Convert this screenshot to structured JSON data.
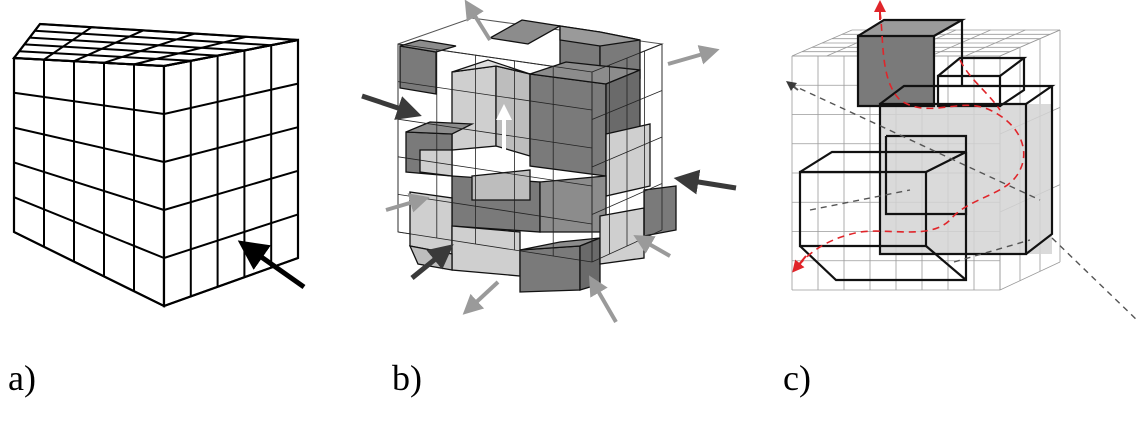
{
  "figure": {
    "panels": [
      {
        "id": "a",
        "label": "a)",
        "illustration": "uniform-cube-grid"
      },
      {
        "id": "b",
        "label": "b)",
        "illustration": "displaced-voxel-cube"
      },
      {
        "id": "c",
        "label": "c)",
        "illustration": "wireframe-nested-boxes"
      }
    ]
  },
  "colors": {
    "line": "#000000",
    "dark_voxel": "#7a7a7a",
    "light_voxel": "#cfcfcf",
    "gray_arrow": "#9a9a9a",
    "dark_arrow": "#3a3a3a",
    "red_path": "#e0252a",
    "wire": "#8a8a8a",
    "shade": "#d3d3d3"
  },
  "icons": {
    "arrow_in": "arrow-icon",
    "arrow_out": "arrow-icon"
  }
}
